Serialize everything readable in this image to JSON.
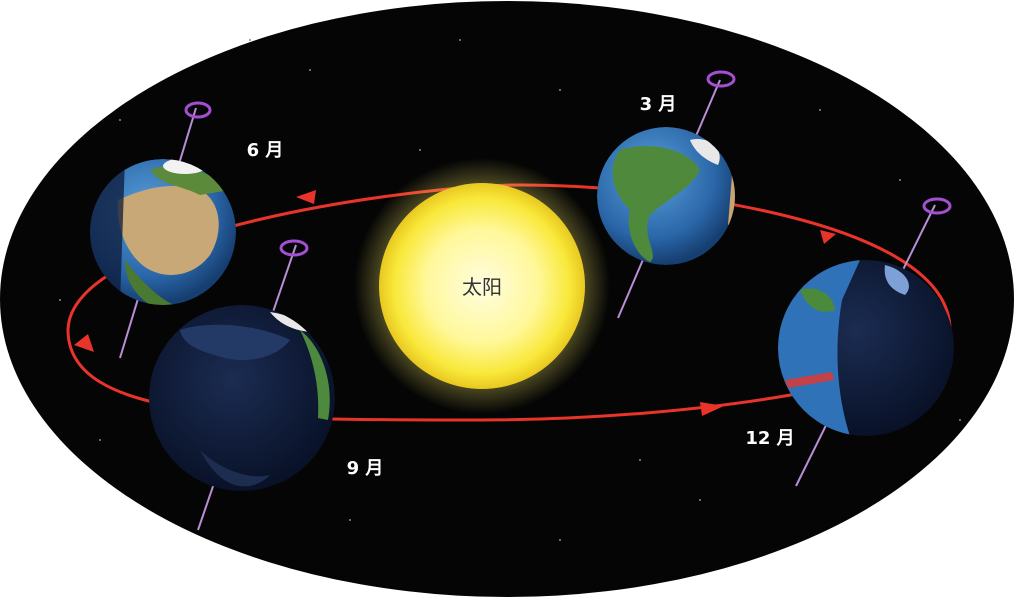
{
  "labels": {
    "sun": "太阳",
    "march": "3 月",
    "june": "6 月",
    "september": "9 月",
    "december": "12 月",
    "watermark": "ⓦ"
  },
  "colors": {
    "space": "#050505",
    "orbit": "#e8342a",
    "axis": "#b88fd6",
    "spin_marker": "#a24fd2",
    "sun_core": "#fff9b0",
    "sun_edge": "#f7e33a",
    "ocean": "#2f72b8",
    "land": "#4a8a3a",
    "night": "#0c1a38",
    "label_text": "#ffffff"
  },
  "icons": {
    "sun": "sun",
    "earth": "earth-globe",
    "spin": "rotation-arrow"
  }
}
